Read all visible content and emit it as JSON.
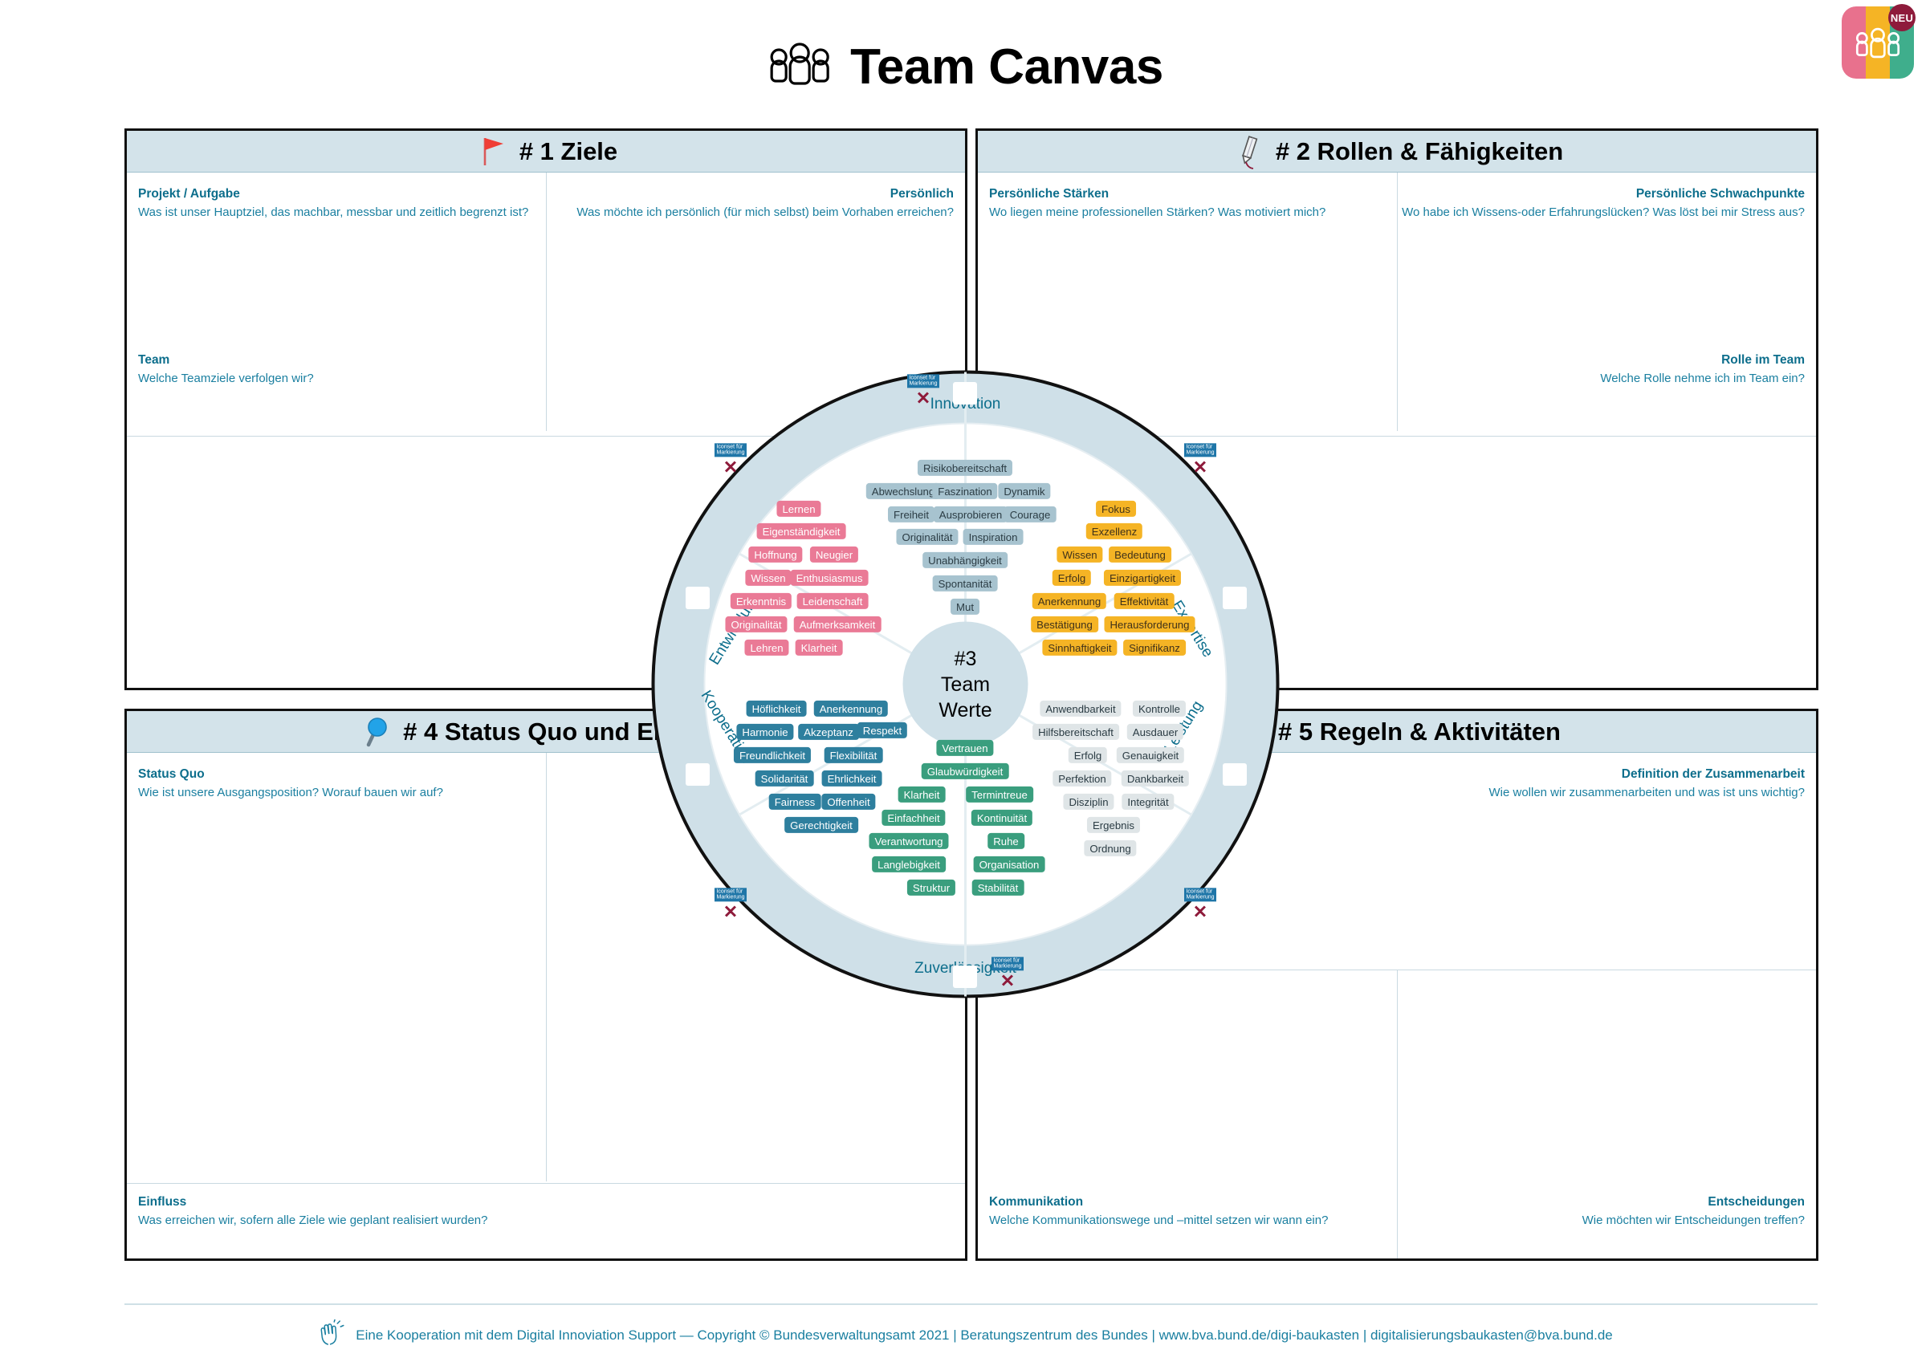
{
  "header": {
    "title": "Team Canvas",
    "people_icon": "people-group-icon",
    "logo": {
      "badge": "NEU",
      "stripes": [
        "#e8718d",
        "#f5b425",
        "#3fae8c"
      ]
    }
  },
  "panels": [
    {
      "id": "panel-1",
      "number": "# 1",
      "title": "# 1 Ziele",
      "icon": "red-flag-icon",
      "fields": [
        {
          "label": "Projekt / Aufgabe",
          "hint": "Was ist unser Hauptziel, das machbar, messbar und zeitlich begrenzt ist?",
          "align": "left",
          "row": "top"
        },
        {
          "label": "Persönlich",
          "hint": "Was möchte ich persönlich (für mich selbst) beim Vorhaben erreichen?",
          "align": "right",
          "row": "top"
        },
        {
          "label": "Team",
          "hint": "Welche Teamziele verfolgen wir?",
          "align": "left",
          "row": "bottom"
        }
      ]
    },
    {
      "id": "panel-2",
      "number": "# 2",
      "title": "# 2 Rollen & Fähigkeiten",
      "icon": "pencil-icon",
      "fields": [
        {
          "label": "Persönliche Stärken",
          "hint": "Wo liegen meine professionellen Stärken? Was motiviert mich?",
          "align": "left",
          "row": "top"
        },
        {
          "label": "Persönliche Schwachpunkte",
          "hint": "Wo habe ich Wissens-oder Erfahrungslücken? Was löst bei mir Stress aus?",
          "align": "right",
          "row": "top"
        },
        {
          "label": "Rolle im Team",
          "hint": "Welche Rolle nehme ich im Team ein?",
          "align": "right",
          "row": "bottom"
        }
      ]
    },
    {
      "id": "panel-4",
      "number": "# 4",
      "title": "# 4 Status Quo und Einfluss",
      "icon": "magnifier-icon",
      "fields": [
        {
          "label": "Status Quo",
          "hint": "Wie ist unsere Ausgangsposition? Worauf bauen wir auf?",
          "align": "left",
          "row": "top"
        },
        {
          "label": "Einfluss",
          "hint": "Was erreichen wir, sofern alle Ziele wie geplant realisiert wurden?",
          "align": "left",
          "row": "bottom"
        }
      ]
    },
    {
      "id": "panel-5",
      "number": "# 5",
      "title": "# 5 Regeln & Aktivitäten",
      "icon": "checkmark-icon",
      "fields": [
        {
          "label": "Definition der Zusammenarbeit",
          "hint": "Wie wollen wir zusammenarbeiten und was ist uns wichtig?",
          "align": "right",
          "row": "top"
        },
        {
          "label": "Kommunikation",
          "hint": "Welche Kommunikationswege und –mittel setzen wir wann ein?",
          "align": "left",
          "row": "bottom"
        },
        {
          "label": "Entscheidungen",
          "hint": "Wie möchten wir Entscheidungen treffen?",
          "align": "right",
          "row": "bottom"
        }
      ]
    }
  ],
  "wheel": {
    "hub": {
      "number": "#3",
      "line1": "Team",
      "line2": "Werte"
    },
    "marker_sticker": {
      "line1": "Iconset für",
      "line2": "Markierung",
      "mark": "✕"
    },
    "sectors": [
      {
        "key": "innovation",
        "name": "Innovation",
        "color": "#a7c3cf",
        "values": [
          "Risikobereitschaft",
          "Abwechslung",
          "Faszination",
          "Dynamik",
          "Freiheit",
          "Ausprobieren",
          "Courage",
          "Originalität",
          "Inspiration",
          "Unabhängigkeit",
          "Spontanität",
          "Mut"
        ]
      },
      {
        "key": "entwicklung",
        "name": "Entwicklung",
        "color": "#ea7a96",
        "values": [
          "Lernen",
          "Eigenständigkeit",
          "Hoffnung",
          "Neugier",
          "Wissen",
          "Enthusiasmus",
          "Erkenntnis",
          "Leidenschaft",
          "Originalität",
          "Aufmerksamkeit",
          "Lehren",
          "Klarheit"
        ]
      },
      {
        "key": "expertise",
        "name": "Expertise",
        "color": "#f5b425",
        "values": [
          "Fokus",
          "Exzellenz",
          "Wissen",
          "Bedeutung",
          "Erfolg",
          "Einzigartigkeit",
          "Anerkennung",
          "Effektivität",
          "Bestätigung",
          "Herausforderung",
          "Sinnhaftigkeit",
          "Signifikanz"
        ]
      },
      {
        "key": "leistung",
        "name": "Leistung",
        "color": "#dfe5e7",
        "values": [
          "Anwendbarkeit",
          "Kontrolle",
          "Hilfsbereitschaft",
          "Ausdauer",
          "Erfolg",
          "Genauigkeit",
          "Perfektion",
          "Dankbarkeit",
          "Disziplin",
          "Integrität",
          "Ergebnis",
          "Ordnung"
        ]
      },
      {
        "key": "zuverlaessigkeit",
        "name": "Zuverlässigkeit",
        "color": "#3a9e7e",
        "values": [
          "Vertrauen",
          "Glaubwürdigkeit",
          "Klarheit",
          "Termintreue",
          "Einfachheit",
          "Kontinuität",
          "Verantwortung",
          "Ruhe",
          "Langlebigkeit",
          "Organisation",
          "Struktur",
          "Stabilität"
        ]
      },
      {
        "key": "kooperation",
        "name": "Kooperation",
        "color": "#2e7f9e",
        "values": [
          "Höflichkeit",
          "Anerkennung",
          "Harmonie",
          "Akzeptanz",
          "Respekt",
          "Freundlichkeit",
          "Flexibilität",
          "Solidarität",
          "Ehrlichkeit",
          "Fairness",
          "Offenheit",
          "Gerechtigkeit"
        ]
      }
    ]
  },
  "footer": {
    "icon": "clapping-hands-icon",
    "text": "Eine Kooperation mit dem Digital Innoviation Support — Copyright © Bundesverwaltungsamt 2021 | Beratungszentrum des Bundes | www.bva.bund.de/digi-baukasten | digitalisierungsbaukasten@bva.bund.de"
  },
  "colors": {
    "accent": "#0d6e8c",
    "panel_header": "#d3e3ea",
    "ring": "#cfe0e8",
    "border": "#111111"
  }
}
